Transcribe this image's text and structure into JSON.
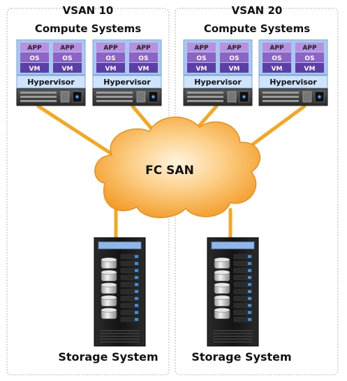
{
  "vsans": [
    {
      "name": "VSAN 10",
      "compute_label": "Compute Systems",
      "storage_label": "Storage System",
      "servers": [
        {
          "hypervisor": "Hypervisor",
          "vms": [
            {
              "app": "APP",
              "os": "OS",
              "vm": "VM"
            },
            {
              "app": "APP",
              "os": "OS",
              "vm": "VM"
            }
          ]
        },
        {
          "hypervisor": "Hypervisor",
          "vms": [
            {
              "app": "APP",
              "os": "OS",
              "vm": "VM"
            },
            {
              "app": "APP",
              "os": "OS",
              "vm": "VM"
            }
          ]
        }
      ]
    },
    {
      "name": "VSAN 20",
      "compute_label": "Compute Systems",
      "storage_label": "Storage System",
      "servers": [
        {
          "hypervisor": "Hypervisor",
          "vms": [
            {
              "app": "APP",
              "os": "OS",
              "vm": "VM"
            },
            {
              "app": "APP",
              "os": "OS",
              "vm": "VM"
            }
          ]
        },
        {
          "hypervisor": "Hypervisor",
          "vms": [
            {
              "app": "APP",
              "os": "OS",
              "vm": "VM"
            },
            {
              "app": "APP",
              "os": "OS",
              "vm": "VM"
            }
          ]
        }
      ]
    }
  ],
  "san_label": "FC SAN",
  "colors": {
    "link": "#f5a623",
    "cloud_fill": "#f7a43a",
    "cloud_light": "#fde3b8",
    "vm_app": "#b98fe0",
    "vm_os": "#8e63c8",
    "vm_vm": "#5b3ea6",
    "vm_bg": "#a9c8ef",
    "hypervisor_bg": "#cfe3fb",
    "server_dark": "#3a3a3a",
    "rack_dark": "#1e1e1e",
    "rack_blue": "#3d8fe0",
    "border_dotted": "#b0b0b0"
  }
}
